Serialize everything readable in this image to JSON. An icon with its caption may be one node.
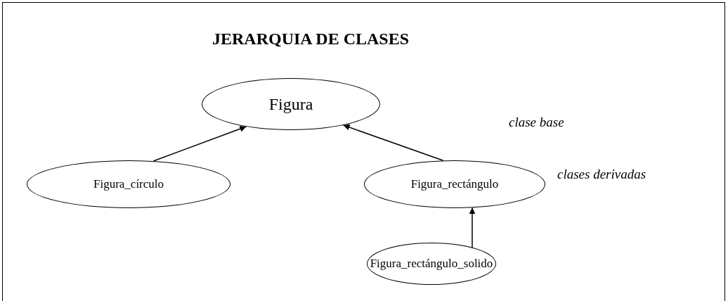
{
  "diagram": {
    "title": "JERARQUIA DE CLASES",
    "nodes": [
      {
        "text": [
          "Figura"
        ]
      },
      {
        "text": [
          "Figura_círculo"
        ]
      },
      {
        "text": [
          "Figura_rectángulo"
        ]
      },
      {
        "text": [
          "Figura_rectángulo_solido"
        ]
      }
    ],
    "edges": [
      {
        "from": 1,
        "to": 0,
        "arrow": "to"
      },
      {
        "from": 2,
        "to": 0,
        "arrow": "to"
      },
      {
        "from": 3,
        "to": 2,
        "arrow": "to"
      }
    ],
    "labels": [
      "clase base",
      "clases derivadas"
    ]
  }
}
